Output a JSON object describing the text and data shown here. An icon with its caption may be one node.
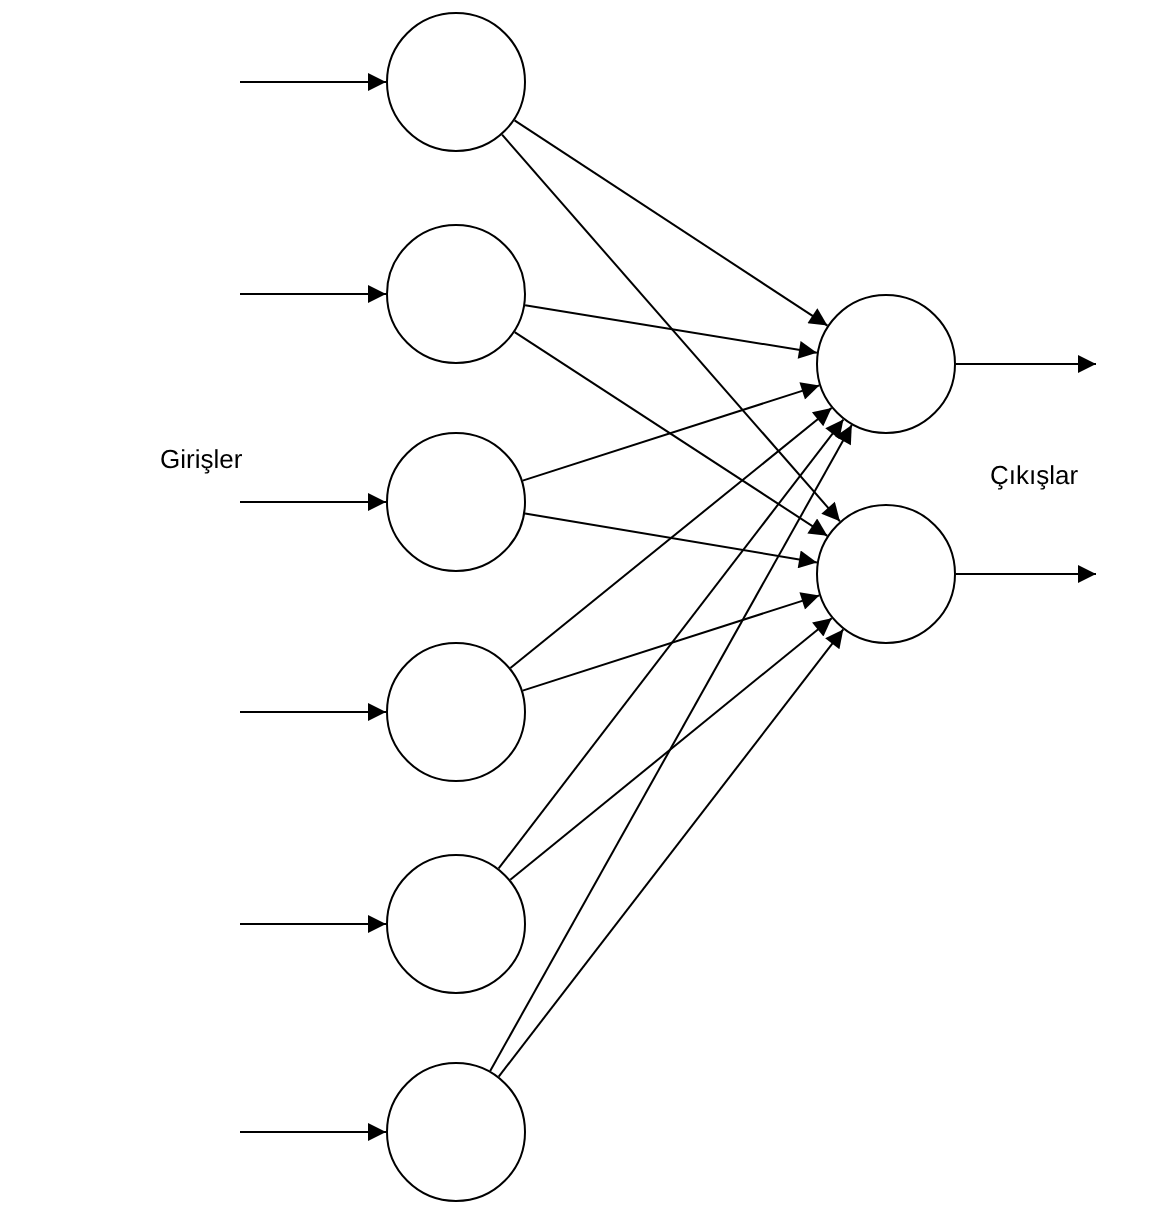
{
  "diagram": {
    "nodes": [
      {
        "text": [],
        "shape": "circle"
      },
      {
        "text": [],
        "shape": "circle"
      },
      {
        "text": [],
        "shape": "circle"
      },
      {
        "text": [],
        "shape": "circle"
      },
      {
        "text": [],
        "shape": "circle"
      },
      {
        "text": [],
        "shape": "circle"
      },
      {
        "text": [],
        "shape": "circle"
      },
      {
        "text": [],
        "shape": "circle"
      }
    ],
    "edges": [
      {
        "from": null,
        "to": 0,
        "arrow": "to"
      },
      {
        "from": null,
        "to": 1,
        "arrow": "to"
      },
      {
        "from": null,
        "to": 2,
        "arrow": "to"
      },
      {
        "from": null,
        "to": 3,
        "arrow": "to"
      },
      {
        "from": null,
        "to": 4,
        "arrow": "to"
      },
      {
        "from": null,
        "to": 5,
        "arrow": "to"
      },
      {
        "from": 0,
        "to": 6,
        "arrow": "to"
      },
      {
        "from": 0,
        "to": 7,
        "arrow": "to"
      },
      {
        "from": 1,
        "to": 6,
        "arrow": "to"
      },
      {
        "from": 1,
        "to": 7,
        "arrow": "to"
      },
      {
        "from": 2,
        "to": 6,
        "arrow": "to"
      },
      {
        "from": 2,
        "to": 7,
        "arrow": "to"
      },
      {
        "from": 3,
        "to": 6,
        "arrow": "to"
      },
      {
        "from": 3,
        "to": 7,
        "arrow": "to"
      },
      {
        "from": 4,
        "to": 6,
        "arrow": "to"
      },
      {
        "from": 4,
        "to": 7,
        "arrow": "to"
      },
      {
        "from": 5,
        "to": 6,
        "arrow": "to"
      },
      {
        "from": 5,
        "to": 7,
        "arrow": "to"
      },
      {
        "from": 6,
        "to": null,
        "arrow": "to"
      },
      {
        "from": 7,
        "to": null,
        "arrow": "to"
      }
    ],
    "labels": [
      "Girişler",
      "Çıkışlar"
    ]
  }
}
